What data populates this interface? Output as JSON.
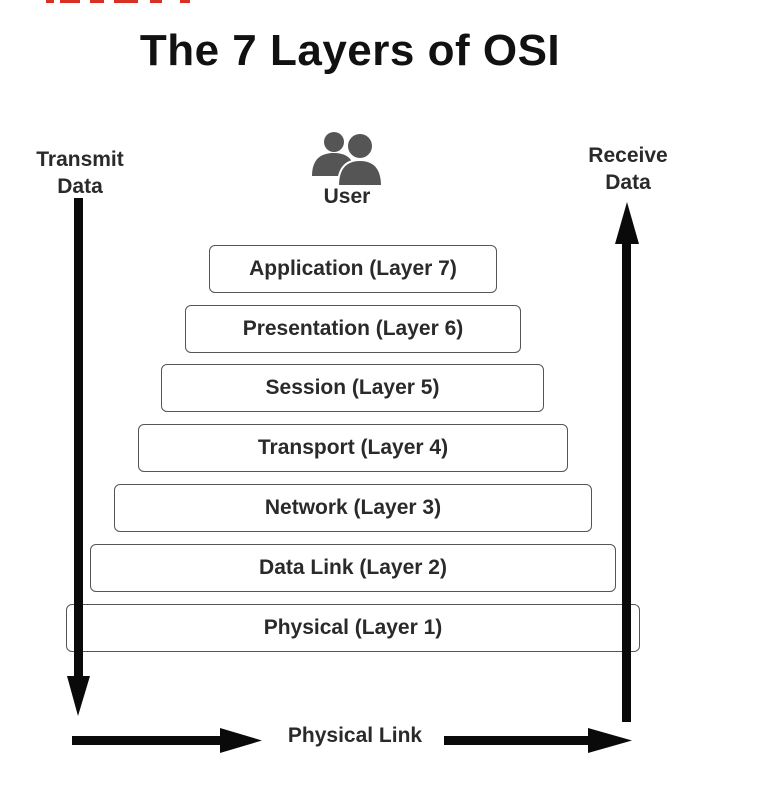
{
  "title": "The 7 Layers of OSI",
  "transmit": {
    "line1": "Transmit",
    "line2": "Data"
  },
  "receive": {
    "line1": "Receive",
    "line2": "Data"
  },
  "user": {
    "label": "User",
    "icon": "users-icon"
  },
  "layers": [
    {
      "label": "Application (Layer 7)"
    },
    {
      "label": "Presentation (Layer 6)"
    },
    {
      "label": "Session (Layer 5)"
    },
    {
      "label": "Transport (Layer 4)"
    },
    {
      "label": "Network (Layer 3)"
    },
    {
      "label": "Data Link (Layer 2)"
    },
    {
      "label": "Physical (Layer 1)"
    }
  ],
  "physical_link": "Physical Link",
  "colors": {
    "arrow": "#0a0a0a",
    "border": "#555555",
    "icon": "#555555",
    "accent": "#d93025"
  }
}
